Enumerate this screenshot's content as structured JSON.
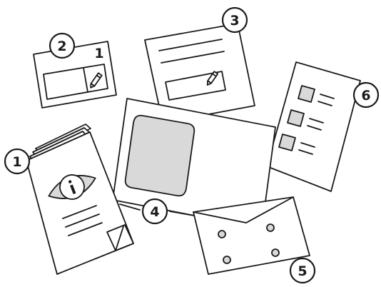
{
  "callouts": {
    "c1": "1",
    "c2": "2",
    "c3": "3",
    "c4": "4",
    "c5": "5",
    "c6": "6"
  },
  "form_small": {
    "count_label": "1"
  },
  "colors": {
    "line": "#1a1a1a",
    "fill_gray": "#d9d9d9",
    "background": "#ffffff"
  },
  "icons": {
    "booklet": "eye-info-icon",
    "form_field": "pencil-icon",
    "checklist": "checkbox-icon",
    "envelope": "envelope-dots-icon"
  }
}
